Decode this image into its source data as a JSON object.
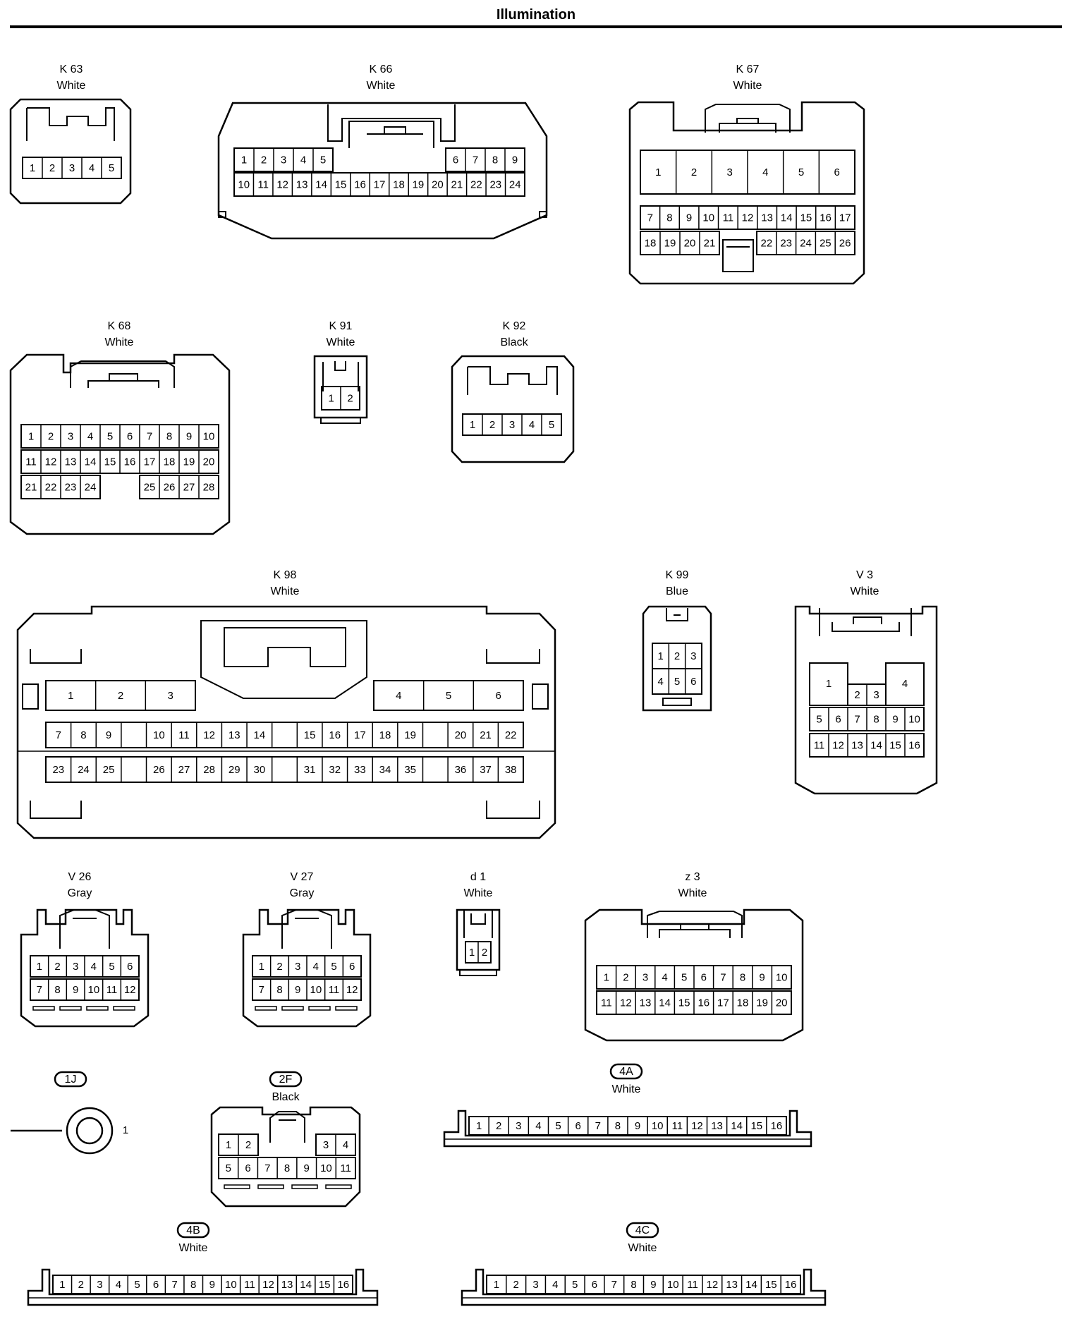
{
  "title": "Illumination",
  "connectors": [
    {
      "id": "K 63",
      "color": "White",
      "pins": [
        [
          "1",
          "2",
          "3",
          "4",
          "5"
        ]
      ]
    },
    {
      "id": "K 66",
      "color": "White",
      "pins": [
        [
          "1",
          "2",
          "3",
          "4",
          "5",
          "",
          "",
          "",
          "",
          "",
          "6",
          "7",
          "8",
          "9"
        ],
        [
          "10",
          "11",
          "12",
          "13",
          "14",
          "15",
          "16",
          "17",
          "18",
          "19",
          "20",
          "21",
          "22",
          "23",
          "24"
        ]
      ]
    },
    {
      "id": "K 67",
      "color": "White",
      "big_pins": [
        "1",
        "2",
        "3",
        "4",
        "5",
        "6"
      ],
      "pins": [
        [
          "7",
          "8",
          "9",
          "10",
          "11",
          "12",
          "13",
          "14",
          "15",
          "16",
          "17"
        ],
        [
          "18",
          "19",
          "20",
          "21",
          "",
          "22",
          "23",
          "24",
          "25",
          "26"
        ]
      ]
    },
    {
      "id": "K 68",
      "color": "White",
      "pins": [
        [
          "1",
          "2",
          "3",
          "4",
          "5",
          "6",
          "7",
          "8",
          "9",
          "10"
        ],
        [
          "11",
          "12",
          "13",
          "14",
          "15",
          "16",
          "17",
          "18",
          "19",
          "20"
        ],
        [
          "21",
          "22",
          "23",
          "24",
          "",
          "",
          "25",
          "26",
          "27",
          "28"
        ]
      ]
    },
    {
      "id": "K 91",
      "color": "White",
      "pins": [
        [
          "1",
          "2"
        ]
      ]
    },
    {
      "id": "K 92",
      "color": "Black",
      "pins": [
        [
          "1",
          "2",
          "3",
          "4",
          "5"
        ]
      ]
    },
    {
      "id": "K 98",
      "color": "White",
      "big_pins": [
        "1",
        "2",
        "3",
        "",
        "",
        "",
        "4",
        "5",
        "6"
      ],
      "pins": [
        [
          "7",
          "8",
          "9",
          "",
          "10",
          "11",
          "12",
          "13",
          "14",
          "",
          "15",
          "16",
          "17",
          "18",
          "19",
          "",
          "20",
          "21",
          "22"
        ],
        [
          "23",
          "24",
          "25",
          "",
          "26",
          "27",
          "28",
          "29",
          "30",
          "",
          "31",
          "32",
          "33",
          "34",
          "35",
          "",
          "36",
          "37",
          "38"
        ]
      ]
    },
    {
      "id": "K 99",
      "color": "Blue",
      "pins": [
        [
          "1",
          "2",
          "3"
        ],
        [
          "4",
          "5",
          "6"
        ]
      ]
    },
    {
      "id": "V 3",
      "color": "White",
      "big_pins": [
        "1",
        "4"
      ],
      "mid_pins": [
        "2",
        "3"
      ],
      "pins": [
        [
          "5",
          "6",
          "7",
          "8",
          "9",
          "10"
        ],
        [
          "11",
          "12",
          "13",
          "14",
          "15",
          "16"
        ]
      ]
    },
    {
      "id": "V 26",
      "color": "Gray",
      "pins": [
        [
          "1",
          "2",
          "3",
          "4",
          "5",
          "6"
        ],
        [
          "7",
          "8",
          "9",
          "10",
          "11",
          "12"
        ]
      ]
    },
    {
      "id": "V 27",
      "color": "Gray",
      "pins": [
        [
          "1",
          "2",
          "3",
          "4",
          "5",
          "6"
        ],
        [
          "7",
          "8",
          "9",
          "10",
          "11",
          "12"
        ]
      ]
    },
    {
      "id": "d 1",
      "color": "White",
      "pins": [
        [
          "1",
          "2"
        ]
      ]
    },
    {
      "id": "z 3",
      "color": "White",
      "pins": [
        [
          "1",
          "2",
          "3",
          "4",
          "5",
          "6",
          "7",
          "8",
          "9",
          "10"
        ],
        [
          "11",
          "12",
          "13",
          "14",
          "15",
          "16",
          "17",
          "18",
          "19",
          "20"
        ]
      ]
    },
    {
      "id": "1J",
      "color": "",
      "pin_label": "1"
    },
    {
      "id": "2F",
      "color": "Black",
      "pins": [
        [
          "1",
          "2",
          "",
          "",
          "3",
          "4"
        ],
        [
          "5",
          "6",
          "7",
          "8",
          "9",
          "10",
          "11"
        ]
      ]
    },
    {
      "id": "4A",
      "color": "White",
      "pins": [
        [
          "1",
          "2",
          "3",
          "4",
          "5",
          "6",
          "7",
          "8",
          "9",
          "10",
          "11",
          "12",
          "13",
          "14",
          "15",
          "16"
        ]
      ]
    },
    {
      "id": "4B",
      "color": "White",
      "pins": [
        [
          "1",
          "2",
          "3",
          "4",
          "5",
          "6",
          "7",
          "8",
          "9",
          "10",
          "11",
          "12",
          "13",
          "14",
          "15",
          "16"
        ]
      ]
    },
    {
      "id": "4C",
      "color": "White",
      "pins": [
        [
          "1",
          "2",
          "3",
          "4",
          "5",
          "6",
          "7",
          "8",
          "9",
          "10",
          "11",
          "12",
          "13",
          "14",
          "15",
          "16"
        ]
      ]
    }
  ]
}
